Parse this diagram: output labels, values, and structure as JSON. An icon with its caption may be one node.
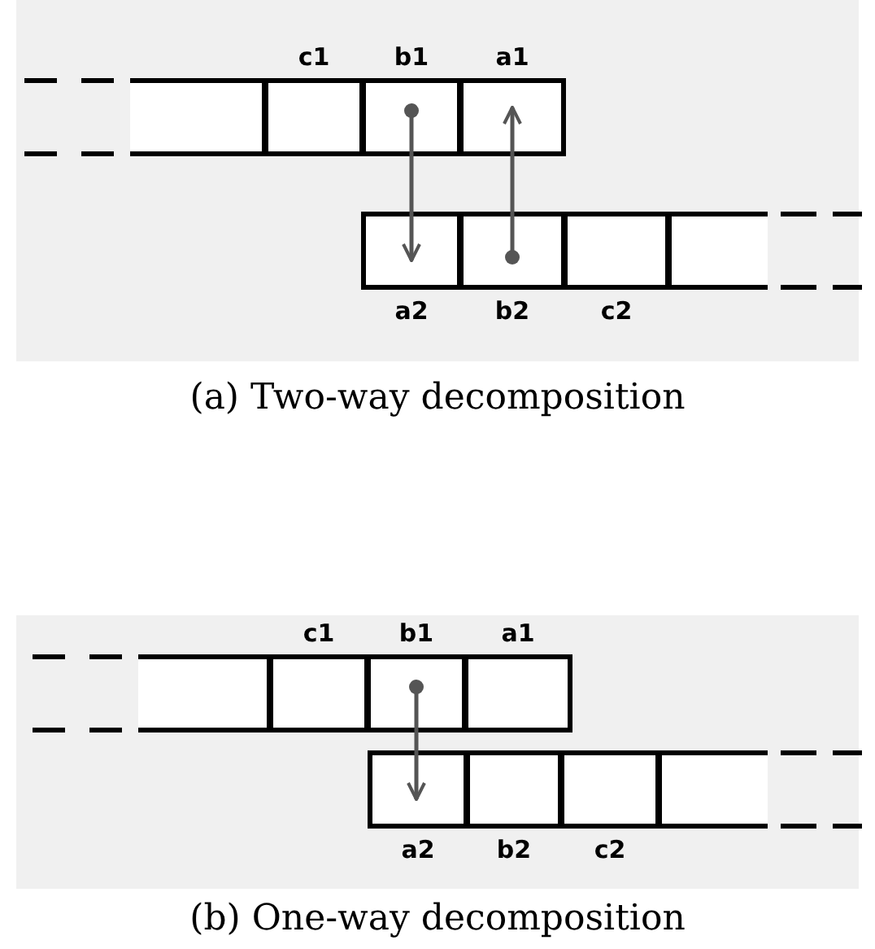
{
  "diagram": {
    "nodes": [
      {
        "text": [],
        "shape": "box"
      },
      {
        "text": [
          "c1"
        ]
      },
      {
        "text": [
          "b1"
        ]
      },
      {
        "text": [
          "a1"
        ]
      },
      {
        "text": [
          "a2"
        ]
      },
      {
        "text": [
          "b2"
        ]
      },
      {
        "text": [
          "c2"
        ]
      },
      {
        "text": [],
        "shape": "box"
      },
      {
        "text": [],
        "shape": "box"
      },
      {
        "text": [
          "c1"
        ]
      },
      {
        "text": [
          "b1"
        ]
      },
      {
        "text": [
          "a1"
        ]
      },
      {
        "text": [
          "a2"
        ]
      },
      {
        "text": [
          "b2"
        ]
      },
      {
        "text": [
          "c2"
        ]
      },
      {
        "text": [],
        "shape": "box"
      }
    ],
    "edges": [
      {
        "from": 2,
        "to": 4,
        "arrow": "to"
      },
      {
        "from": 5,
        "to": 3,
        "arrow": "to"
      },
      {
        "from": 10,
        "to": 12,
        "arrow": "to"
      }
    ],
    "labels": [
      "(a) Two-way decomposition",
      "(b) One-way decomposition"
    ]
  }
}
